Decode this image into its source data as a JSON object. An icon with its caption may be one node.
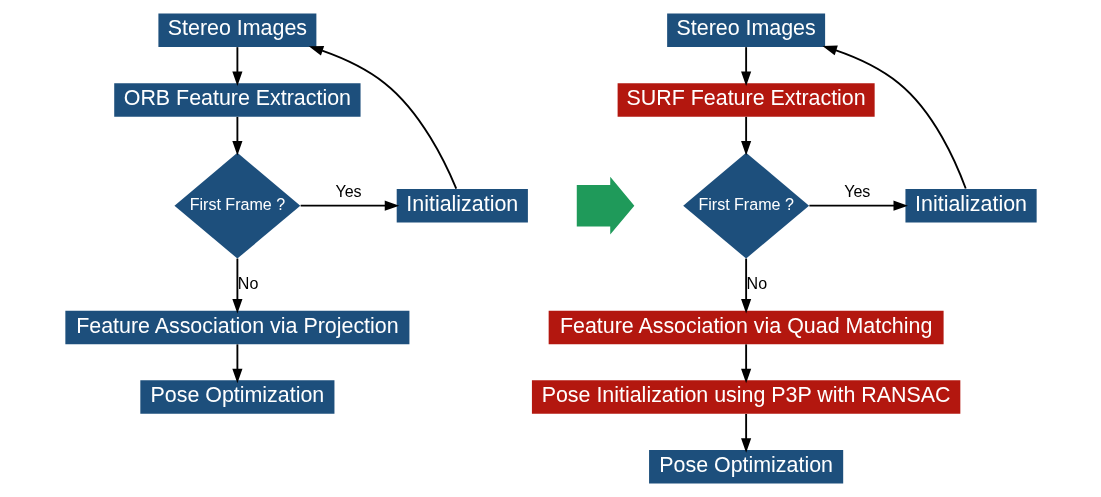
{
  "diagram": {
    "nodes": [
      {
        "text": [
          "Stereo Images"
        ]
      },
      {
        "text": [
          "ORB Feature Extraction"
        ]
      },
      {
        "text": [
          "First Frame ?"
        ]
      },
      {
        "text": [
          "Initialization"
        ]
      },
      {
        "text": [
          "Feature Association via Projection"
        ]
      },
      {
        "text": [
          "Pose Optimization"
        ]
      },
      {
        "text": [],
        "shape": "arrow"
      },
      {
        "text": [
          "Stereo Images"
        ]
      },
      {
        "text": [
          "SURF Feature Extraction"
        ]
      },
      {
        "text": [
          "First Frame ?"
        ]
      },
      {
        "text": [
          "Initialization"
        ]
      },
      {
        "text": [
          "Feature Association via Quad Matching"
        ]
      },
      {
        "text": [
          "Pose Initialization using P3P with RANSAC"
        ]
      },
      {
        "text": [
          "Pose Optimization"
        ]
      }
    ],
    "edges": [
      {
        "from": 0,
        "to": 1,
        "arrow": "to"
      },
      {
        "from": 1,
        "to": 2,
        "arrow": "to"
      },
      {
        "from": 2,
        "to": 3,
        "arrow": "to",
        "label": "Yes"
      },
      {
        "from": 3,
        "to": 0,
        "arrow": "to"
      },
      {
        "from": 2,
        "to": 4,
        "arrow": "to",
        "label": "No"
      },
      {
        "from": 4,
        "to": 5,
        "arrow": "to"
      },
      {
        "from": 7,
        "to": 8,
        "arrow": "to"
      },
      {
        "from": 8,
        "to": 9,
        "arrow": "to"
      },
      {
        "from": 9,
        "to": 10,
        "arrow": "to",
        "label": "Yes"
      },
      {
        "from": 10,
        "to": 7,
        "arrow": "to"
      },
      {
        "from": 9,
        "to": 11,
        "arrow": "to",
        "label": "No"
      },
      {
        "from": 11,
        "to": 12,
        "arrow": "to"
      },
      {
        "from": 12,
        "to": 13,
        "arrow": "to"
      }
    ]
  }
}
